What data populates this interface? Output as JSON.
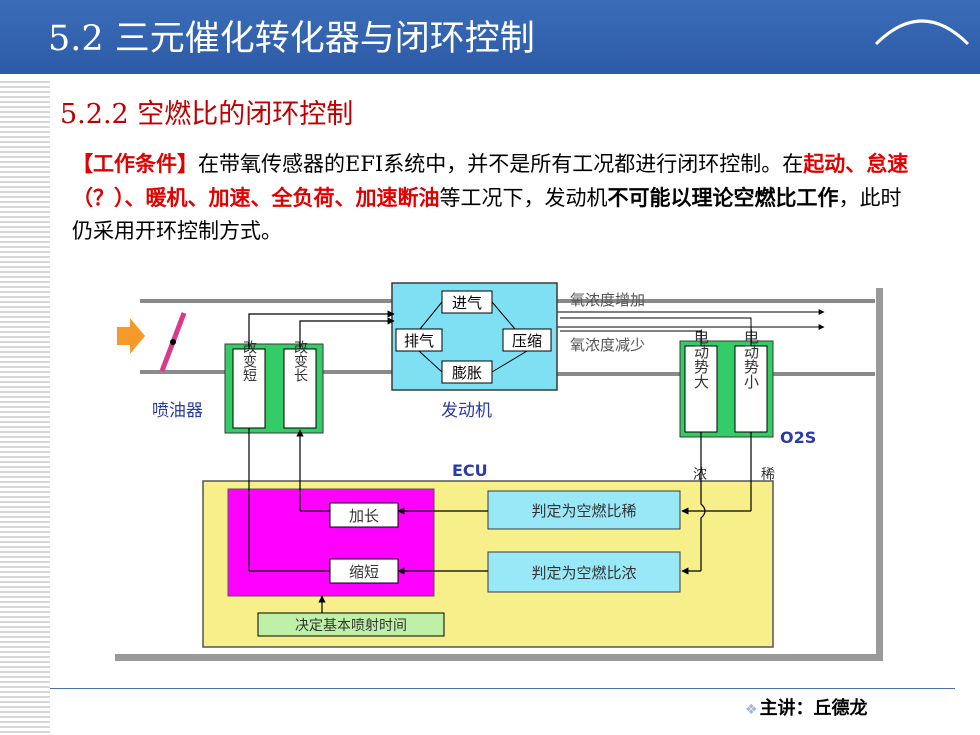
{
  "title": "5.2 三元催化转化器与闭环控制",
  "subtitle": "5.2.2 空燃比的闭环控制",
  "paragraph": {
    "bracket_label": "【工作条件】",
    "text1": "在带氧传感器的EFI系统中，并不是所有工况都进行闭环控制。在",
    "conditions": "起动、怠速（？）、暖机、加速、全负荷、加速断油",
    "text2": "等工况下，发动机",
    "bold_phrase": "不可能以理论空燃比工作",
    "text3": "，此时仍采用开环控制方式。"
  },
  "diagram": {
    "engine_cycle": {
      "intake": "进气",
      "exhaust": "排气",
      "compress": "压缩",
      "expand": "膨胀"
    },
    "engine_label": "发动机",
    "injector_label": "喷油器",
    "injector_short": "改变短",
    "injector_long": "改变长",
    "o2_increase": "氧浓度增加",
    "o2_decrease": "氧浓度减少",
    "emf_large": "电动势大",
    "emf_small": "电动势小",
    "o2s_label": "O2S",
    "ecu_label": "ECU",
    "rich": "浓",
    "lean": "稀",
    "lengthen": "加长",
    "shorten": "缩短",
    "judge_lean": "判定为空燃比稀",
    "judge_rich": "判定为空燃比浓",
    "base_time": "决定基本喷射时间"
  },
  "footer": "主讲：丘德龙",
  "colors": {
    "title_bar": "#2d5aa6",
    "subtitle": "#c00000",
    "highlight": "#e00000",
    "engine": "#7fe0f4",
    "green": "#33cc66",
    "ecu": "#f7f08a",
    "magenta": "#ff00ff",
    "judge": "#99e8f8"
  }
}
